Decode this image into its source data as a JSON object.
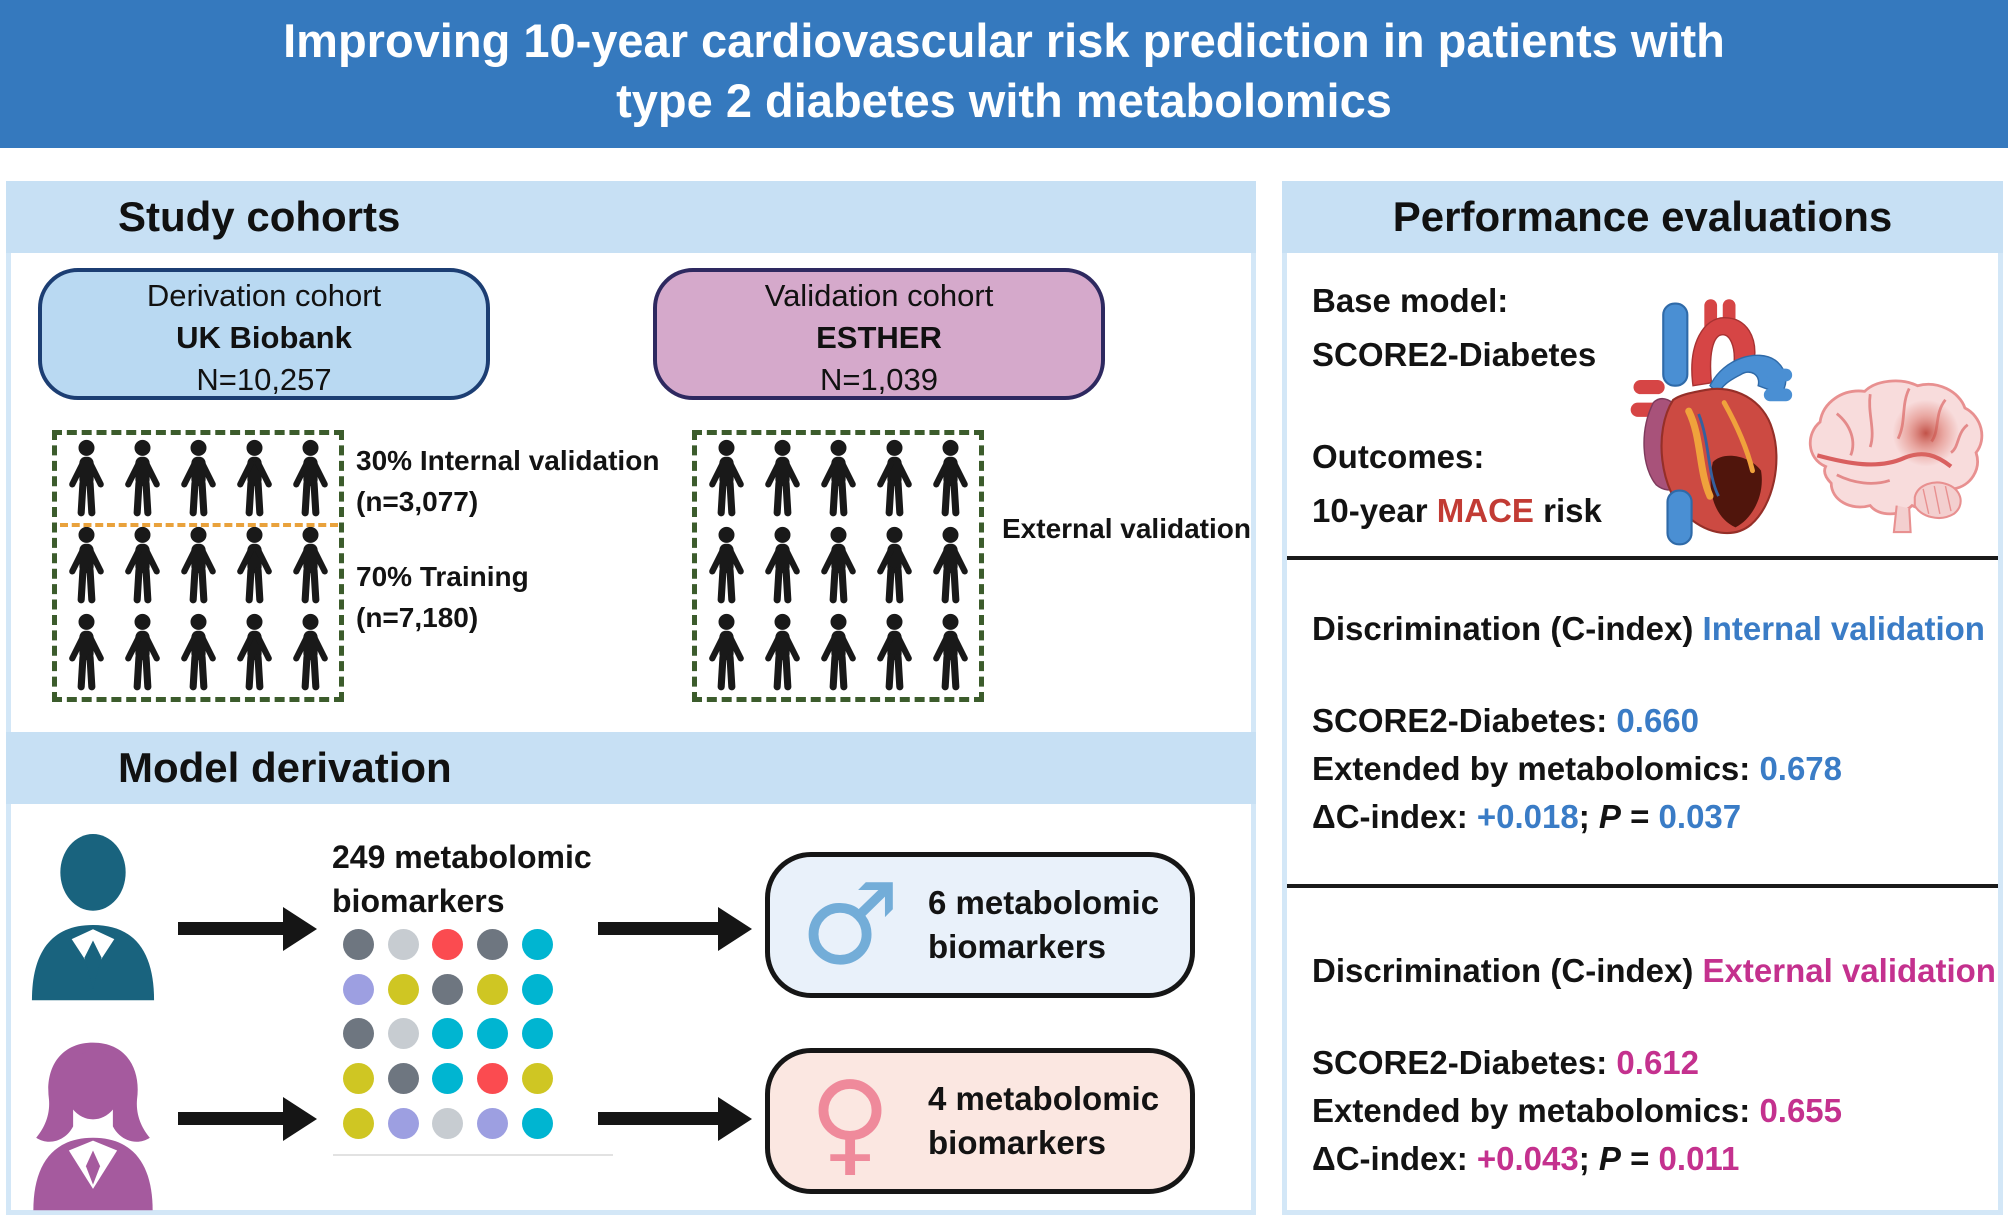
{
  "title": {
    "line1": "Improving 10-year cardiovascular risk prediction in patients with",
    "line2": "type 2 diabetes with metabolomics"
  },
  "study_cohorts": {
    "header": "Study cohorts",
    "derivation_box": {
      "role": "Derivation cohort",
      "name": "UK Biobank",
      "n": "N=10,257"
    },
    "validation_box": {
      "role": "Validation cohort",
      "name": "ESTHER",
      "n": "N=1,039"
    },
    "split": {
      "internal_label": "30% Internal validation",
      "internal_n": "(n=3,077)",
      "training_label": "70% Training",
      "training_n": "(n=7,180)",
      "external_label": "External validation"
    },
    "pictogram": {
      "rows": 3,
      "cols": 5
    }
  },
  "model_derivation": {
    "header": "Model derivation",
    "input_label_line1": "249 metabolomic",
    "input_label_line2": "biomarkers",
    "male_box": {
      "symbol": "♂",
      "line1": "6 metabolomic",
      "line2": "biomarkers"
    },
    "female_box": {
      "symbol": "♀",
      "line1": "4 metabolomic",
      "line2": "biomarkers"
    },
    "dot_colors": {
      "gray": "#6e7680",
      "lightgray": "#c7ccd1",
      "red": "#fb4b50",
      "cyan": "#00b5d1",
      "lavender": "#9d9fe1",
      "yellow": "#cfc623"
    },
    "dot_matrix": [
      [
        "gray",
        "lightgray",
        "red",
        "gray",
        "cyan"
      ],
      [
        "lavender",
        "yellow",
        "gray",
        "yellow",
        "cyan"
      ],
      [
        "gray",
        "lightgray",
        "cyan",
        "cyan",
        "cyan"
      ],
      [
        "yellow",
        "gray",
        "cyan",
        "red",
        "yellow"
      ],
      [
        "yellow",
        "lavender",
        "lightgray",
        "lavender",
        "cyan"
      ]
    ]
  },
  "performance": {
    "header": "Performance evaluations",
    "base_model_label": "Base model:",
    "base_model_value": "SCORE2-Diabetes",
    "outcomes_label": "Outcomes:",
    "outcome": {
      "prefix": "10-year ",
      "highlight": "MACE",
      "suffix": " risk"
    },
    "internal": {
      "heading_plain": "Discrimination (C-index) ",
      "heading_accent": "Internal validation",
      "row1_label": "SCORE2-Diabetes: ",
      "row1_value": "0.660",
      "row2_label": "Extended by metabolomics: ",
      "row2_value": "0.678",
      "row3_label": "ΔC-index: ",
      "row3_delta": "+0.018",
      "row3_sep": "; ",
      "row3_p": "P",
      "row3_eq": " = ",
      "row3_pvalue": "0.037"
    },
    "external": {
      "heading_plain": "Discrimination (C-index) ",
      "heading_accent": "External validation",
      "row1_label": "SCORE2-Diabetes: ",
      "row1_value": "0.612",
      "row2_label": "Extended by metabolomics: ",
      "row2_value": "0.655",
      "row3_label": "ΔC-index: ",
      "row3_delta": "+0.043",
      "row3_sep": "; ",
      "row3_p": "P",
      "row3_eq": " = ",
      "row3_pvalue": "0.011"
    }
  },
  "colors": {
    "banner_blue": "#3579be",
    "section_band_blue": "#c7e0f4",
    "panel_border_blue": "#d3e7f7",
    "derivation_fill": "#b9d9f2",
    "derivation_border": "#1c3e73",
    "validation_fill": "#d5a9cb",
    "validation_border": "#2e2960",
    "dashed_green": "#3c5c2c",
    "orange_dash": "#e9a23c",
    "man_teal": "#19637e",
    "woman_purple": "#a55a9e",
    "male_box_fill": "#e9f1fa",
    "female_box_fill": "#fbe7e1",
    "male_symbol": "#73add8",
    "female_symbol": "#ef8a9b",
    "accent_internal_blue": "#3a7cc6",
    "accent_external_pink": "#c4318e",
    "mace_red": "#c23b34"
  }
}
